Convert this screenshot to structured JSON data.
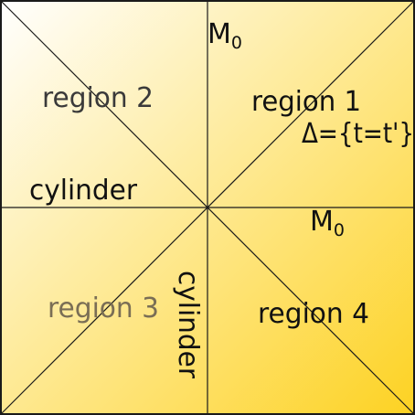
{
  "labels": {
    "region1": "region 1",
    "region2": "region 2",
    "region3": "region 3",
    "region4": "region 4",
    "cylinder_horizontal": "cylinder",
    "cylinder_vertical": "cylinder",
    "m0_top_main": "M",
    "m0_top_sub": "0",
    "m0_right_main": "M",
    "m0_right_sub": "0",
    "diagonal": "Δ={t=t'}"
  },
  "colors": {
    "gradient_start": "#ffffff",
    "gradient_end": "#fdd222",
    "line": "#1a1a1a",
    "text_dark": "#111111",
    "text_region2": "#3a3a3a",
    "text_region3": "#7a6e55"
  }
}
